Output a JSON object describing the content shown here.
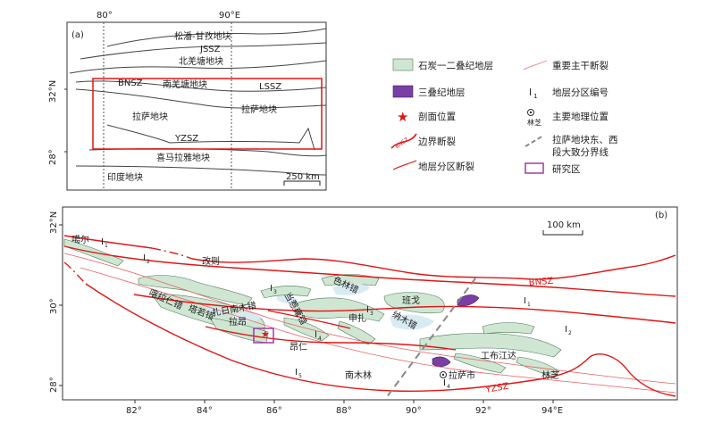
{
  "panel_a": {
    "label": "(a)",
    "lon_ticks": [
      "80°",
      "90°E"
    ],
    "lat_ticks": [
      "32°N",
      "28°"
    ],
    "scale": "250 km",
    "labels": {
      "songpan": "松潘-甘孜地块",
      "jssz": "JSSZ",
      "north_qiangtang": "北羌塘地块",
      "bnsz": "BNSZ",
      "south_qiangtang": "南羌塘地块",
      "lssz": "LSSZ",
      "lhasa_w": "拉萨地块",
      "lhasa_e": "拉萨地块",
      "yzsz": "YZSZ",
      "himalaya": "喜马拉雅地块",
      "india": "印度地块"
    }
  },
  "legend": {
    "carb_perm": "石炭一二叠纪地层",
    "triassic": "三叠纪地层",
    "section": "剖面位置",
    "boundary_fault": "边界断裂",
    "stratum_fault": "地层分区断裂",
    "main_fault": "重要主干断裂",
    "zone_number": "地层分区编号",
    "zone_symbol": "I",
    "zone_sub": "1",
    "geo_location": "主要地理位置",
    "nyingchi_sym": "林芝",
    "ew_boundary_1": "拉萨地块东、西",
    "ew_boundary_2": "段大致分界线",
    "study_area": "研究区",
    "bnsz_sym": "BNSZ"
  },
  "panel_b": {
    "label": "(b)",
    "scale": "100 km",
    "lat_ticks": [
      "32°N",
      "30°",
      "28°"
    ],
    "lon_ticks": [
      "82°",
      "84°",
      "86°",
      "88°",
      "90°",
      "92°",
      "94°E"
    ],
    "places": {
      "gar": "噶尔",
      "gaize": "改则",
      "geladeng": "喀拉仁错",
      "dangre": "当惹雍错",
      "selin": "色林错",
      "bange": "班戈",
      "shenzha": "申扎",
      "nam": "纳木错",
      "zhari": "扎日南木错",
      "taruo": "塔若错",
      "angren": "昂仁",
      "renbu": "拉昂",
      "gongbu": "工布江达",
      "lhasa": "拉萨市",
      "nyingchi": "林芝",
      "namling": "南木林",
      "bnsz": "BNSZ",
      "yzsz": "YZSZ"
    },
    "zones": {
      "I1_main": "I",
      "I1_sub": "1",
      "I2_main": "I",
      "I2_sub": "2",
      "I3_main": "I",
      "I3_sub": "3",
      "I4_main": "I",
      "I4_sub": "4",
      "I5_main": "I",
      "I5_sub": "5"
    }
  }
}
